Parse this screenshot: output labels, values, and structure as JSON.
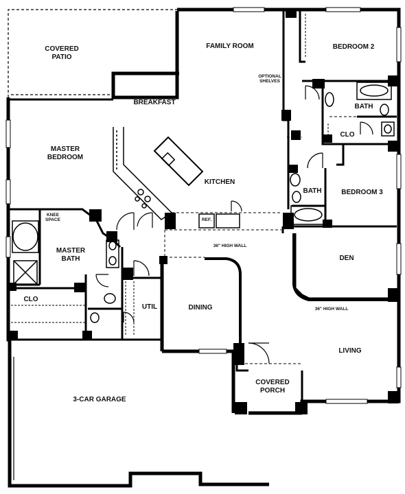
{
  "rooms": {
    "covered_patio": "COVERED\nPATIO",
    "family_room": "FAMILY ROOM",
    "bedroom_2": "BEDROOM 2",
    "optional_shelves": "OPTIONAL\nSHELVES",
    "breakfast": "BREAKFAST",
    "bath_upper": "BATH",
    "clo_upper": "CLO",
    "master_bedroom": "MASTER\nBEDROOM",
    "kitchen": "KITCHEN",
    "bath_middle": "BATH",
    "bedroom_3": "BEDROOM 3",
    "knee_space": "KNEE\nSPACE",
    "ref": "REF.",
    "master_bath": "MASTER\nBATH",
    "high_wall_dining": "36\" HIGH WALL",
    "den": "DEN",
    "clo_master": "CLO",
    "util": "UTIL",
    "dining": "DINING",
    "high_wall_den": "36\" HIGH WALL",
    "living": "LIVING",
    "covered_porch": "COVERED\nPORCH",
    "garage": "3-CAR GARAGE"
  }
}
